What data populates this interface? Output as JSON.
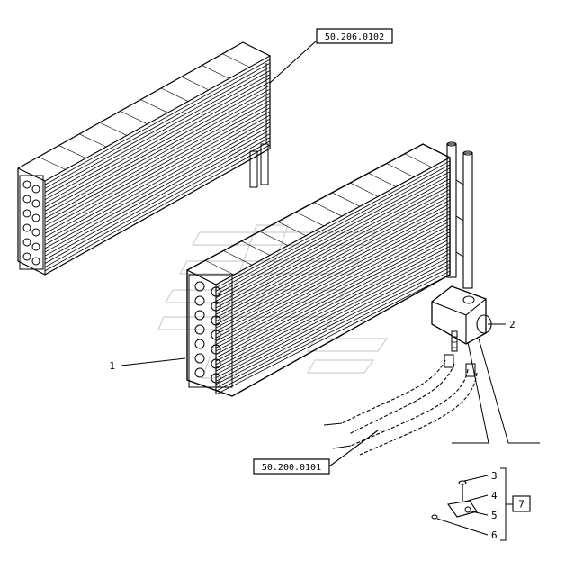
{
  "diagram": {
    "references": {
      "top_ref": "50.206.0102",
      "bottom_ref": "50.200.0101"
    },
    "callouts": {
      "c1": "1",
      "c2": "2",
      "c3": "3",
      "c4": "4",
      "c5": "5",
      "c6": "6",
      "c7": "7"
    },
    "colors": {
      "line": "#000000",
      "watermark": "#d9d9d9",
      "background": "#ffffff"
    }
  }
}
